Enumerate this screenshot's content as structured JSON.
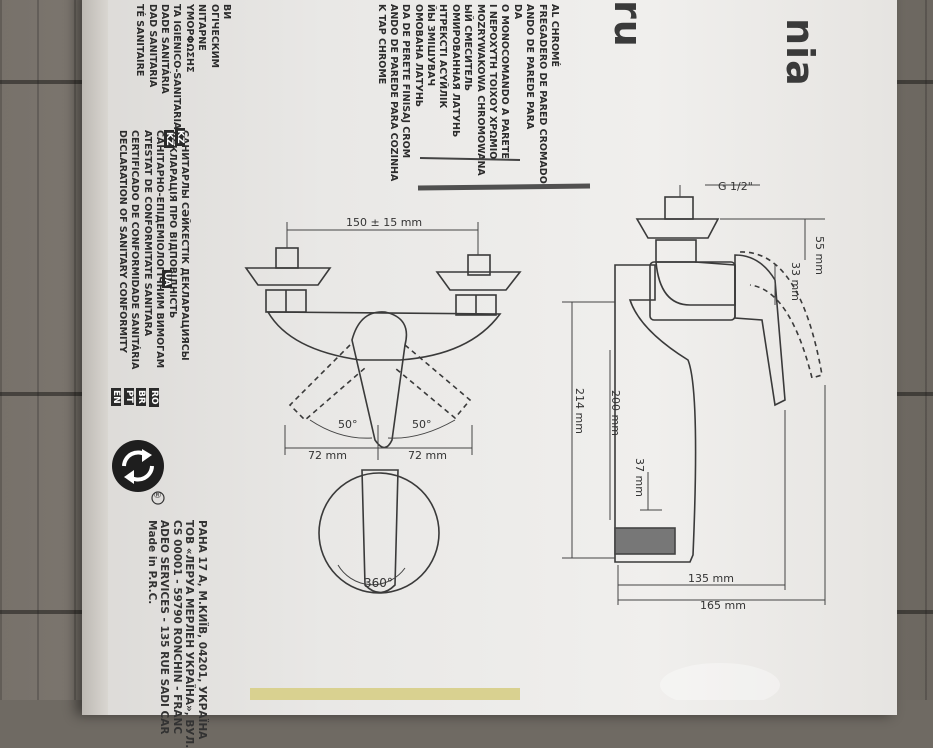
{
  "brand_text": "nia",
  "brand_text_2": "ru",
  "declaration_left_column": [
    "TÉ SANITAIRE",
    "DAD SANITARIA",
    "DADE SANITÁRIA",
    "TA IGIENICO-SANITARIA",
    "ΥΜΟΡΦΩΣΗΣ",
    "ΝΙΤΑΡΝΕ",
    "ОГІЧЕСКИМ",
    "ВИ"
  ],
  "lang_codes": [
    "KZ",
    "UA",
    "RO",
    "BR",
    "PT",
    "EN"
  ],
  "declaration_codes_column": [
    "САНИТАРЛЫ СӘЙКЕСТІК ДЕКЛАРАЦИЯСЫ",
    "ДЕКЛАРАЦІЯ ПРО ВІДПОВІДНІСТЬ",
    "САНІТАРНО-ЕПІДЕМІОЛОГІЧНИМ ВИМОГАМ",
    "ATESTAT DE CONFORMITATE SANITARA",
    "CERTIFICADO DE CONFORMIDADE SANITÁRIA",
    "DECLARATION OF SANITARY CONFORMITY"
  ],
  "product_names_column": [
    "K TAP CHROME",
    "ANDO DE PAREDE PARA COZINHA",
    "DA DE PERETE FINISAJ CROM",
    "ОМОВАНА ЛАТУНЬ",
    "ЙЫ ЗМІШУВАЧ",
    "НТРЕКСТІ АСҮЙЛІК",
    "ОМИРОВАННАЯ ЛАТУНЬ",
    "ЫЙ СМЕСИТЕЛЬ",
    "MOZRYWAKOWA CHROMOWANA",
    "Ι ΝΕΡΟΧΥΤΗ ΤΟΙΧΟΥ ΧΡΩΜΙΟ",
    "O MONOCOMANDO A PARETE",
    "DA",
    "ANDO DE PAREDE PARA",
    "FREGADERO DE PARED CROMADO",
    "AL CHROMÉ"
  ],
  "manufacturer_lines": [
    "Made in P.R.C.",
    "ADEO SERVICES - 135 RUE SADI CAR",
    "CS 00001 - 59790 RONCHIN - FRANC",
    "ТОВ «ЛЕРУА МЕРЛЕН УКРАЇНА», ВУЛ.",
    "РАНА 17 А, М.КИЇВ, 04201, УКРАЇНА"
  ],
  "registered_mark": "®",
  "dimensions": {
    "center_spacing": "150 ± 15 mm",
    "angle_left": "50°",
    "angle_right": "50°",
    "half_width_left": "72 mm",
    "half_width_right": "72 mm",
    "rotation": "360°",
    "inlet_thread": "G 1/2\"",
    "depth_55": "55 mm",
    "depth_33": "33 mm",
    "height_214": "214 mm",
    "height_200": "200 mm",
    "aerator_37": "37 mm",
    "reach_135": "135 mm",
    "reach_165": "165 mm"
  }
}
